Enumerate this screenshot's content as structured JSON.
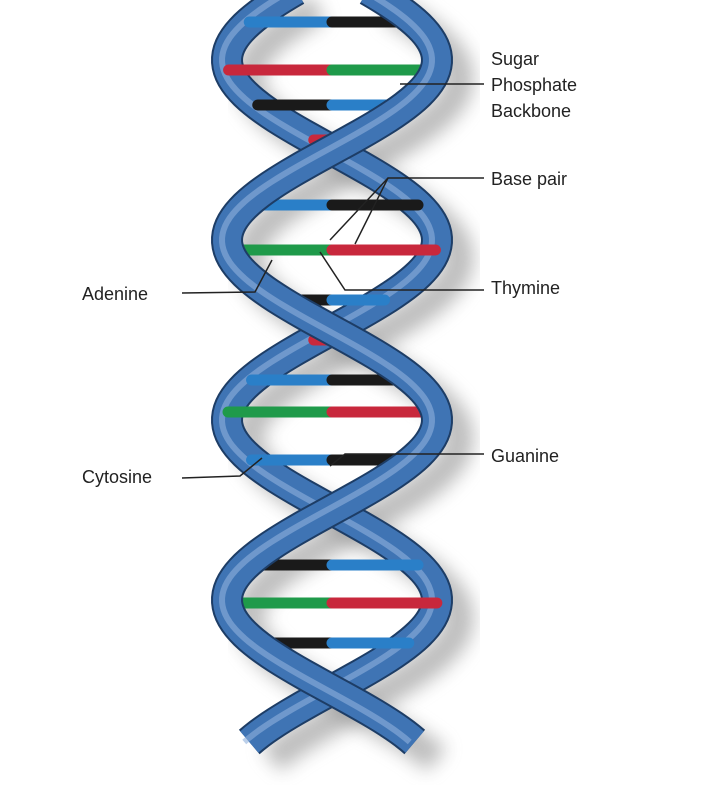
{
  "labels": {
    "backbone": [
      "Sugar",
      "Phosphate",
      "Backbone"
    ],
    "base_pair": "Base pair",
    "thymine": "Thymine",
    "guanine": "Guanine",
    "adenine": "Adenine",
    "cytosine": "Cytosine"
  },
  "colors": {
    "backbone": "#3f74b4",
    "backbone_edge": "#1d3d66",
    "adenine": "#1f9a4a",
    "thymine": "#c8283c",
    "guanine": "#1a1a1a",
    "cytosine": "#2a7fc8"
  },
  "base_pairs": [
    [
      "cytosine",
      "guanine"
    ],
    [
      "thymine",
      "adenine"
    ],
    [
      "guanine",
      "cytosine"
    ],
    [
      "thymine",
      "adenine"
    ],
    [
      "cytosine",
      "guanine"
    ],
    [
      "adenine",
      "thymine"
    ],
    [
      "guanine",
      "cytosine"
    ],
    [
      "thymine",
      "adenine"
    ],
    [
      "cytosine",
      "guanine"
    ],
    [
      "adenine",
      "thymine"
    ],
    [
      "cytosine",
      "guanine"
    ],
    [
      "thymine",
      "adenine"
    ],
    [
      "guanine",
      "cytosine"
    ],
    [
      "adenine",
      "thymine"
    ],
    [
      "guanine",
      "cytosine"
    ],
    [
      "thymine",
      "adenine"
    ]
  ]
}
